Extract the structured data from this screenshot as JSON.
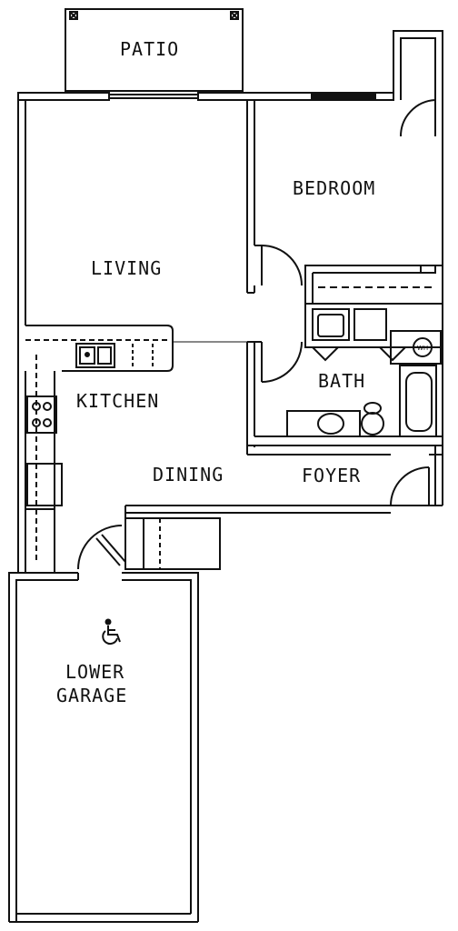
{
  "rooms": {
    "patio": "PATIO",
    "bedroom": "BEDROOM",
    "living": "LIVING",
    "kitchen": "KITCHEN",
    "bath": "BATH",
    "dining": "DINING",
    "foyer": "FOYER",
    "garage_line1": "LOWER",
    "garage_line2": "GARAGE"
  },
  "fixtures": {
    "water_heater": "WH"
  },
  "icons": {
    "accessibility": "wheelchair-accessible-icon"
  },
  "colors": {
    "wall": "#111111",
    "background": "#ffffff"
  }
}
